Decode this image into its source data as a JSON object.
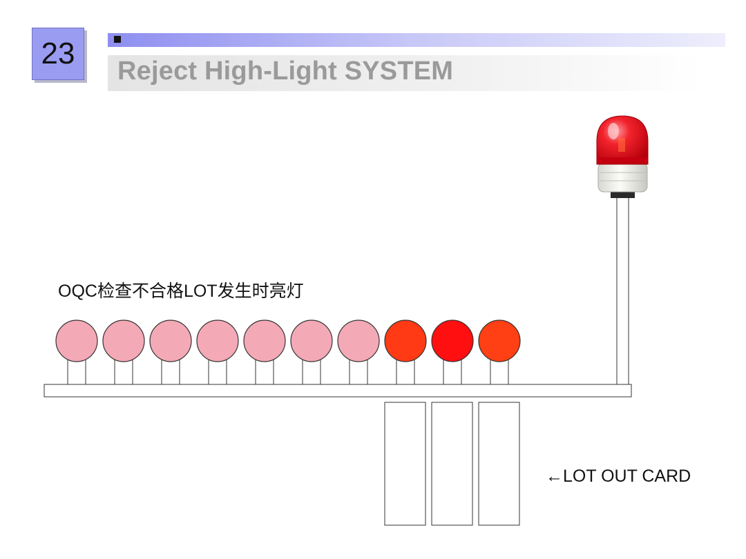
{
  "slide": {
    "number": "23",
    "title": "Reject High-Light SYSTEM"
  },
  "caption": "OQC检查不合格LOT发生时亮灯",
  "lot_label": "←LOT OUT CARD",
  "lamps": [
    {
      "state": "off"
    },
    {
      "state": "off"
    },
    {
      "state": "off"
    },
    {
      "state": "off"
    },
    {
      "state": "off"
    },
    {
      "state": "off"
    },
    {
      "state": "off"
    },
    {
      "state": "on"
    },
    {
      "state": "on"
    },
    {
      "state": "on"
    }
  ],
  "cards": 3,
  "colors": {
    "lamp_off": "#f4a9b6",
    "lamp_on": [
      "#ff3a14",
      "#ff0f0f",
      "#ff3f14"
    ],
    "beacon_red": "#e8101a",
    "beacon_base": "#f0f0ec",
    "header_bar": "#9a9cf2"
  },
  "icons": {
    "beacon": "rotating-warning-light-icon"
  }
}
